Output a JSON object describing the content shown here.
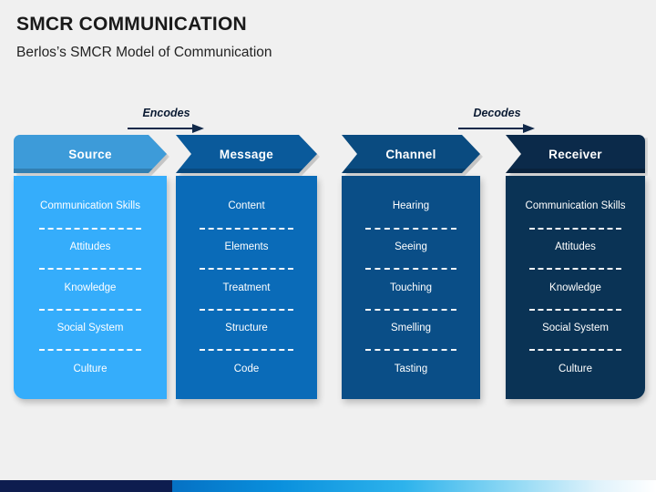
{
  "header": {
    "title": "SMCR COMMUNICATION",
    "subtitle": "Berlos’s SMCR Model of Communication"
  },
  "annotations": [
    {
      "label": "Encodes",
      "icon": "arrow-right-icon"
    },
    {
      "label": "Decodes",
      "icon": "arrow-right-icon"
    }
  ],
  "colors": {
    "background": "#f0f0f0",
    "source_header": "#3d9bd9",
    "source_body": "#35adfb",
    "message_header": "#0a5a9b",
    "message_body": "#0a6bb8",
    "channel_header": "#0a4b80",
    "channel_body": "#0a4e87",
    "receiver_header": "#0b2a4a",
    "receiver_body": "#0a3355",
    "arrow": "#11294a",
    "bottom_bar_navy": "#0e1d4f",
    "title_text": "#1a1a1a"
  },
  "columns": [
    {
      "title": "Source",
      "items": [
        "Communication Skills",
        "Attitudes",
        "Knowledge",
        "Social System",
        "Culture"
      ]
    },
    {
      "title": "Message",
      "items": [
        "Content",
        "Elements",
        "Treatment",
        "Structure",
        "Code"
      ]
    },
    {
      "title": "Channel",
      "items": [
        "Hearing",
        "Seeing",
        "Touching",
        "Smelling",
        "Tasting"
      ]
    },
    {
      "title": "Receiver",
      "items": [
        "Communication Skills",
        "Attitudes",
        "Knowledge",
        "Social System",
        "Culture"
      ]
    }
  ]
}
